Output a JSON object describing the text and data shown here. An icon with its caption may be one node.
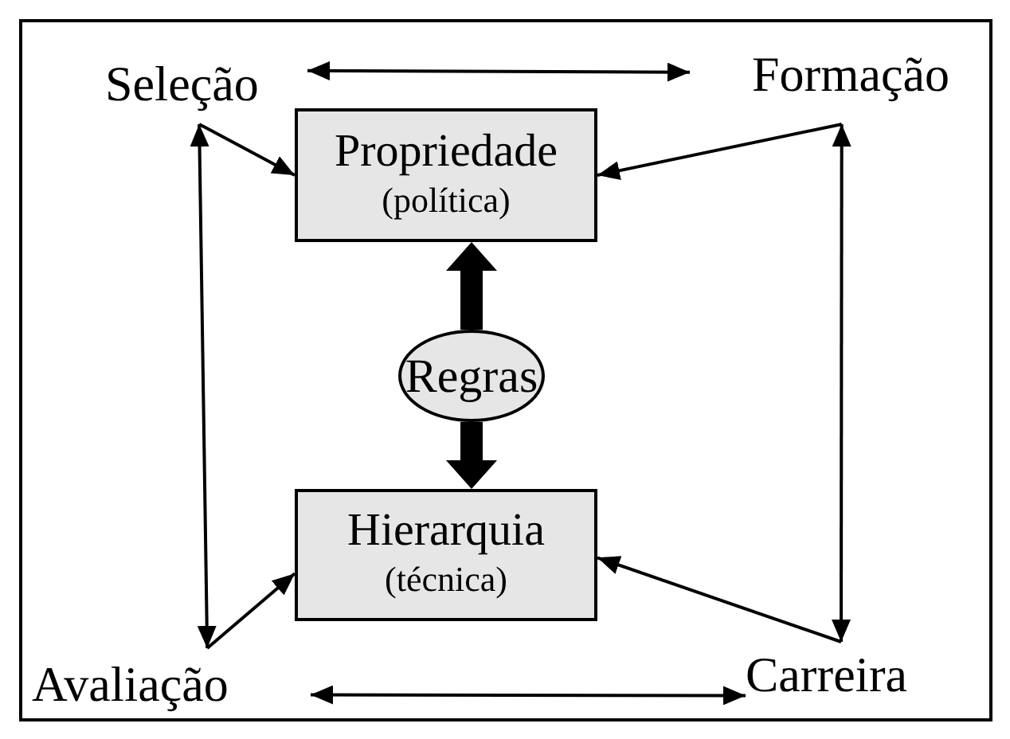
{
  "diagram": {
    "nodes": [
      {
        "text": [
          "Seleção"
        ]
      },
      {
        "text": [
          "Formação"
        ]
      },
      {
        "text": [
          "Propriedade",
          "(política)"
        ]
      },
      {
        "text": [
          "Regras"
        ]
      },
      {
        "text": [
          "Hierarquia",
          "(técnica)"
        ]
      },
      {
        "text": [
          "Avaliação"
        ]
      },
      {
        "text": [
          "Carreira"
        ]
      }
    ],
    "edges": [
      {
        "from": 0,
        "to": 1,
        "arrow": "both"
      },
      {
        "from": 0,
        "to": 2,
        "arrow": "to"
      },
      {
        "from": 1,
        "to": 2,
        "arrow": "to"
      },
      {
        "from": 0,
        "to": 5,
        "arrow": "both"
      },
      {
        "from": 1,
        "to": 6,
        "arrow": "both"
      },
      {
        "from": 3,
        "to": 2,
        "arrow": "to",
        "style": "thick"
      },
      {
        "from": 3,
        "to": 4,
        "arrow": "to",
        "style": "thick"
      },
      {
        "from": 5,
        "to": 4,
        "arrow": "to"
      },
      {
        "from": 6,
        "to": 4,
        "arrow": "to"
      },
      {
        "from": 5,
        "to": 6,
        "arrow": "both"
      }
    ]
  }
}
